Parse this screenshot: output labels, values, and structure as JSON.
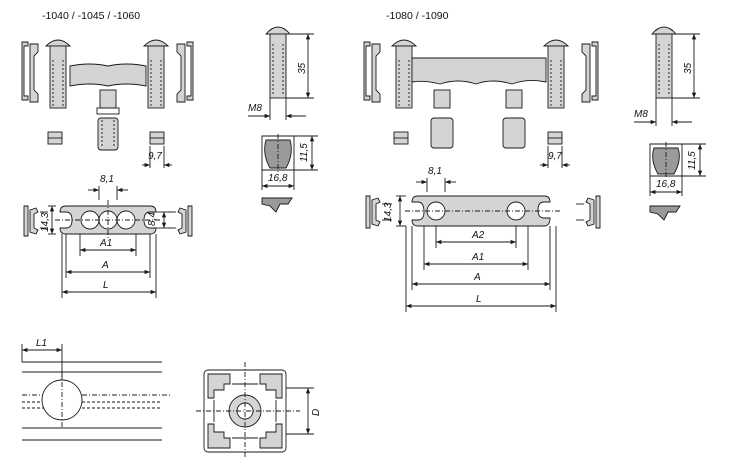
{
  "variants": {
    "group_a": "-1040 / -1045 / -1060",
    "group_b": "-1080 / -1090"
  },
  "dimensions": {
    "a_top_width": "8,1",
    "a_height": "14,3",
    "a_slot": "8,4",
    "a_nut": "9,7",
    "a_A1": "A1",
    "a_A": "A",
    "a_L": "L",
    "bolt_length": "35",
    "bolt_thread": "M8",
    "nut_height": "11,5",
    "nut_width": "16,8",
    "b_top_width": "8,1",
    "b_height": "14,3",
    "b_nut": "9,7",
    "b_A2": "A2",
    "b_A1": "A1",
    "b_A": "A",
    "b_L": "L",
    "b_bolt_length": "35",
    "b_bolt_thread": "M8",
    "b_nut_height": "11,5",
    "b_nut_width": "16,8",
    "profile_L1": "L1",
    "profile_D": "D"
  },
  "colors": {
    "line": "#1a1a1a",
    "fill": "#d4d4d4",
    "dark": "#9a9a9a"
  }
}
